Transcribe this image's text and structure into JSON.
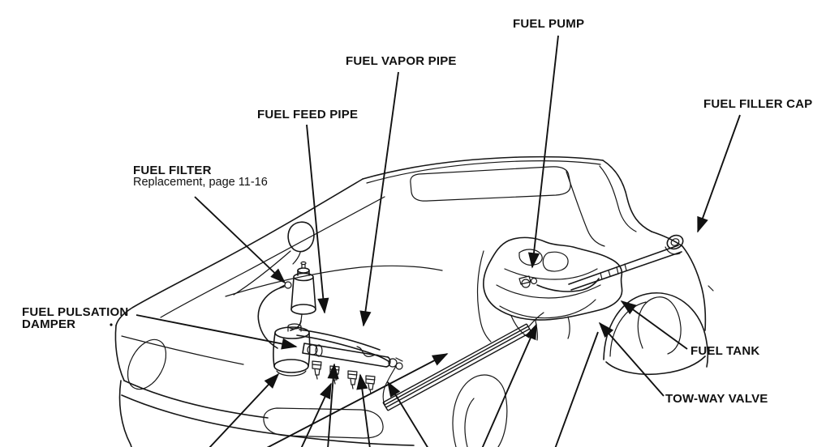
{
  "diagram": {
    "description": "Cutaway line illustration of a hatchback car showing fuel system component locations",
    "colors": {
      "ink": "#111111",
      "background": "#ffffff"
    },
    "callouts": {
      "fuel_pump": {
        "label": "FUEL PUMP"
      },
      "fuel_vapor_pipe": {
        "label": "FUEL VAPOR PIPE"
      },
      "fuel_feed_pipe": {
        "label": "FUEL FEED PIPE"
      },
      "fuel_filler_cap": {
        "label": "FUEL FILLER CAP"
      },
      "fuel_filter": {
        "label": "FUEL FILTER",
        "note": "Replacement, page 11-16"
      },
      "fuel_pulsation_damper": {
        "label_line1": "FUEL PULSATION",
        "label_line2": "DAMPER"
      },
      "fuel_tank": {
        "label": "FUEL TANK"
      },
      "tow_way_valve": {
        "label": "TOW-WAY VALVE"
      }
    }
  }
}
